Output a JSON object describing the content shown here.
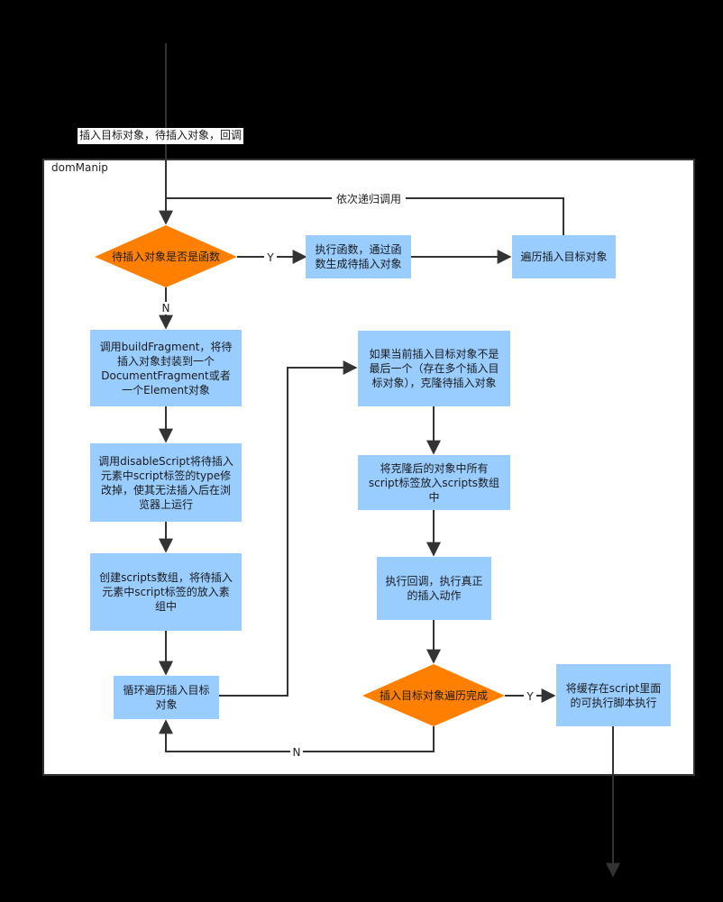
{
  "input_label": "插入目标对象，待插入对象，回调",
  "container_title": "domManip",
  "recursive_label": "依次递归调用",
  "decisions": {
    "is_function": "待插入对象是否是函数",
    "traversal_done": "插入目标对象遍历完成"
  },
  "branch_labels": {
    "yes": "Y",
    "no": "N"
  },
  "steps": {
    "exec_function": "执行函数，通过函数生成待插入对象",
    "traverse_targets": "遍历插入目标对象",
    "build_fragment": "调用buildFragment，将待插入对象封装到一个DocumentFragment或者一个Element对象",
    "disable_script": "调用disableScript将待插入元素中script标签的type修改掉，使其无法插入后在浏览器上运行",
    "create_scripts": "创建scripts数组，将待插入元素中script标签的放入素组中",
    "loop_targets": "循环遍历插入目标对象",
    "clone_if_not_last": "如果当前插入目标对象不是最后一个（存在多个插入目标对象），克隆待插入对象",
    "collect_scripts": "将克隆后的对象中所有script标签放入scripts数组中",
    "exec_callback": "执行回调，执行真正的插入动作",
    "run_cached_scripts": "将缓存在script里面的可执行脚本执行"
  },
  "colors": {
    "background": "#000000",
    "container_fill": "#ffffff",
    "process_fill": "#99ccff",
    "decision_fill": "#ff8000",
    "line": "#333333"
  }
}
